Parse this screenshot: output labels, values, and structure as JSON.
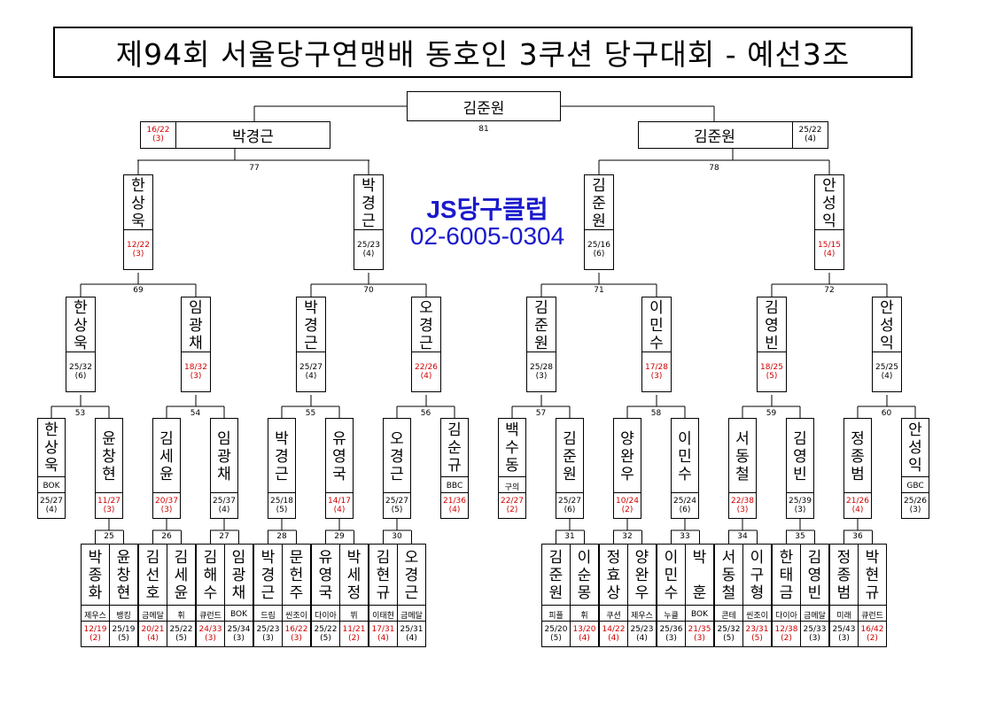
{
  "title": "제94회 서울당구연맹배 동호인 3쿠션 당구대회 - 예선3조",
  "brand": {
    "name": "JS당구클럽",
    "phone": "02-6005-0304"
  },
  "colors": {
    "loss": "#d00000",
    "brand": "#1a1acc"
  },
  "final": {
    "winner": "김준원",
    "match": "81"
  },
  "semis": [
    {
      "name": "박경근",
      "score": "16/22",
      "inn": "(3)",
      "red": true,
      "match": "77"
    },
    {
      "name": "김준원",
      "score": "25/22",
      "inn": "(4)",
      "red": false,
      "match": "78"
    }
  ],
  "quarters": [
    {
      "name": "한상욱",
      "score": "12/22",
      "inn": "(3)",
      "red": true,
      "match": "69"
    },
    {
      "name": "박경근",
      "score": "25/23",
      "inn": "(4)",
      "red": false,
      "match": "70"
    },
    {
      "name": "김준원",
      "score": "25/16",
      "inn": "(6)",
      "red": false,
      "match": "71"
    },
    {
      "name": "안성익",
      "score": "15/15",
      "inn": "(4)",
      "red": true,
      "match": "72"
    }
  ],
  "round16": [
    {
      "name": "한상욱",
      "score": "25/32",
      "inn": "(6)",
      "red": false,
      "match": "53"
    },
    {
      "name": "임광채",
      "score": "18/32",
      "inn": "(3)",
      "red": true,
      "match": "54"
    },
    {
      "name": "박경근",
      "score": "25/27",
      "inn": "(4)",
      "red": false,
      "match": "55"
    },
    {
      "name": "오경근",
      "score": "22/26",
      "inn": "(4)",
      "red": true,
      "match": "56"
    },
    {
      "name": "김준원",
      "score": "25/28",
      "inn": "(3)",
      "red": false,
      "match": "57"
    },
    {
      "name": "이민수",
      "score": "17/28",
      "inn": "(3)",
      "red": true,
      "match": "58"
    },
    {
      "name": "김영빈",
      "score": "18/25",
      "inn": "(5)",
      "red": true,
      "match": "59"
    },
    {
      "name": "안성익",
      "score": "25/25",
      "inn": "(4)",
      "red": false,
      "match": "60"
    }
  ],
  "round32": [
    {
      "name": "한상욱",
      "club": "BOK",
      "score": "25/27",
      "inn": "(4)",
      "red": false
    },
    {
      "name": "윤창현",
      "club": "",
      "score": "11/27",
      "inn": "(3)",
      "red": true,
      "match": "25"
    },
    {
      "name": "김세윤",
      "club": "",
      "score": "20/37",
      "inn": "(3)",
      "red": true,
      "match": "26"
    },
    {
      "name": "임광채",
      "club": "",
      "score": "25/37",
      "inn": "(4)",
      "red": false,
      "match": "27"
    },
    {
      "name": "박경근",
      "club": "",
      "score": "25/18",
      "inn": "(5)",
      "red": false,
      "match": "28"
    },
    {
      "name": "유영국",
      "club": "",
      "score": "14/17",
      "inn": "(4)",
      "red": true,
      "match": "29"
    },
    {
      "name": "오경근",
      "club": "",
      "score": "25/27",
      "inn": "(5)",
      "red": false,
      "match": "30"
    },
    {
      "name": "김순규",
      "club": "BBC",
      "score": "21/36",
      "inn": "(4)",
      "red": true
    },
    {
      "name": "백수동",
      "club": "구의",
      "score": "22/27",
      "inn": "(2)",
      "red": true
    },
    {
      "name": "김준원",
      "club": "",
      "score": "25/27",
      "inn": "(6)",
      "red": false,
      "match": "31"
    },
    {
      "name": "양완우",
      "club": "",
      "score": "10/24",
      "inn": "(2)",
      "red": true,
      "match": "32"
    },
    {
      "name": "이민수",
      "club": "",
      "score": "25/24",
      "inn": "(6)",
      "red": false,
      "match": "33"
    },
    {
      "name": "서동철",
      "club": "",
      "score": "22/38",
      "inn": "(3)",
      "red": true,
      "match": "34"
    },
    {
      "name": "김영빈",
      "club": "",
      "score": "25/39",
      "inn": "(3)",
      "red": false,
      "match": "35"
    },
    {
      "name": "정종범",
      "club": "",
      "score": "21/26",
      "inn": "(4)",
      "red": true,
      "match": "36"
    },
    {
      "name": "안성익",
      "club": "GBC",
      "score": "25/26",
      "inn": "(3)",
      "red": false
    }
  ],
  "round64": [
    {
      "name": "박종화",
      "club": "제우스",
      "score": "12/19",
      "inn": "(2)",
      "red": true
    },
    {
      "name": "윤창현",
      "club": "뱅킹",
      "score": "25/19",
      "inn": "(5)",
      "red": false
    },
    {
      "name": "김선호",
      "club": "금메달",
      "score": "20/21",
      "inn": "(4)",
      "red": true
    },
    {
      "name": "김세윤",
      "club": "휘",
      "score": "25/22",
      "inn": "(5)",
      "red": false
    },
    {
      "name": "김해수",
      "club": "큐런드",
      "score": "24/33",
      "inn": "(3)",
      "red": true
    },
    {
      "name": "임광채",
      "club": "BOK",
      "score": "25/34",
      "inn": "(3)",
      "red": false
    },
    {
      "name": "박경근",
      "club": "드림",
      "score": "25/23",
      "inn": "(3)",
      "red": false
    },
    {
      "name": "문헌주",
      "club": "씬조이",
      "score": "16/22",
      "inn": "(3)",
      "red": true
    },
    {
      "name": "유영국",
      "club": "다이아",
      "score": "25/22",
      "inn": "(5)",
      "red": false
    },
    {
      "name": "박세정",
      "club": "뷔",
      "score": "11/21",
      "inn": "(2)",
      "red": true
    },
    {
      "name": "김현규",
      "club": "이태현",
      "score": "17/31",
      "inn": "(4)",
      "red": true
    },
    {
      "name": "오경근",
      "club": "금메달",
      "score": "25/31",
      "inn": "(4)",
      "red": false
    },
    {
      "name": "김준원",
      "club": "피플",
      "score": "25/20",
      "inn": "(5)",
      "red": false
    },
    {
      "name": "이순몽",
      "club": "휘",
      "score": "13/20",
      "inn": "(4)",
      "red": true
    },
    {
      "name": "정효상",
      "club": "쿠션",
      "score": "14/22",
      "inn": "(4)",
      "red": true
    },
    {
      "name": "양완우",
      "club": "제우스",
      "score": "25/23",
      "inn": "(4)",
      "red": false
    },
    {
      "name": "이민수",
      "club": "누클",
      "score": "25/36",
      "inn": "(3)",
      "red": false
    },
    {
      "name": "박 훈",
      "club": "BOK",
      "score": "21/35",
      "inn": "(3)",
      "red": true
    },
    {
      "name": "서동철",
      "club": "콘테",
      "score": "25/32",
      "inn": "(5)",
      "red": false
    },
    {
      "name": "이구형",
      "club": "씬조이",
      "score": "23/31",
      "inn": "(5)",
      "red": true
    },
    {
      "name": "한태금",
      "club": "다이아",
      "score": "12/38",
      "inn": "(2)",
      "red": true
    },
    {
      "name": "김영빈",
      "club": "금메달",
      "score": "25/33",
      "inn": "(3)",
      "red": false
    },
    {
      "name": "정종범",
      "club": "미래",
      "score": "25/43",
      "inn": "(3)",
      "red": false
    },
    {
      "name": "박현규",
      "club": "큐런드",
      "score": "16/42",
      "inn": "(2)",
      "red": true
    }
  ]
}
